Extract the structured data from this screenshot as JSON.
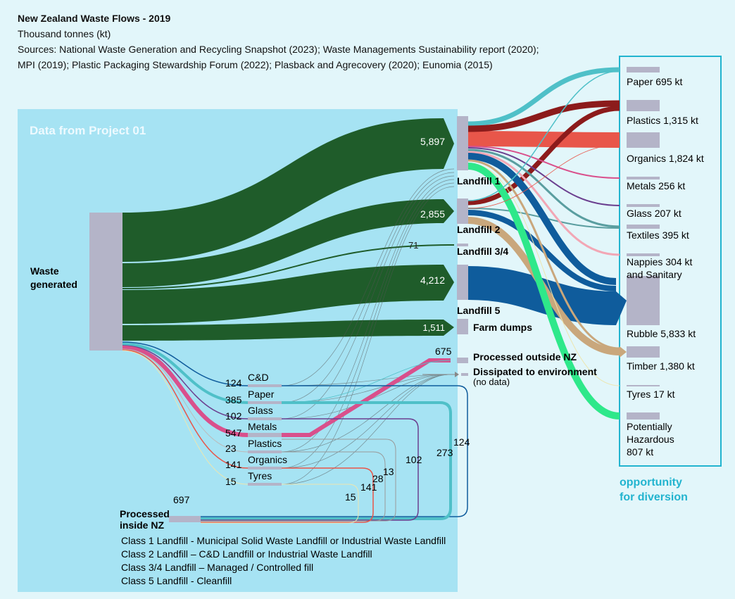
{
  "header": {
    "title": "New Zealand Waste Flows - 2019",
    "units": "Thousand tonnes (kt)",
    "sources_line1": "Sources: National Waste Generation and Recycling Snapshot (2023); Waste Managements Sustainability report (2020);",
    "sources_line2": "MPI (2019); Plastic Packaging Stewardship Forum (2022); Plasback and Agrecovery (2020); Eunomia (2015)"
  },
  "panel": {
    "title": "Data from Project 01"
  },
  "source": {
    "label_line1": "Waste",
    "label_line2": "generated"
  },
  "landfills": [
    {
      "label": "Landfill 1",
      "value": "5,897"
    },
    {
      "label": "Landfill 2",
      "value": "2,855"
    },
    {
      "label": "Landfill 3/4",
      "value": "71"
    },
    {
      "label": "Landfill 5",
      "value": "4,212"
    },
    {
      "label": "Farm dumps",
      "value": "1,511"
    }
  ],
  "outside": {
    "label": "Processed outside NZ",
    "value": "675"
  },
  "dissipated": {
    "label": "Dissipated to environment",
    "note": "(no data)"
  },
  "materials": [
    {
      "label": "C&D",
      "value": "124",
      "return": "124"
    },
    {
      "label": "Paper",
      "value": "385",
      "return": "273"
    },
    {
      "label": "Glass",
      "value": "102",
      "return": "102"
    },
    {
      "label": "Metals",
      "value": "547"
    },
    {
      "label": "Plastics",
      "value": "23",
      "return": "13"
    },
    {
      "label": "Organics",
      "value": "141",
      "return": "141"
    },
    {
      "label": "Tyres",
      "value": "15",
      "return": "15"
    }
  ],
  "return_extra": "28",
  "inside": {
    "label_line1": "Processed",
    "label_line2": "inside NZ",
    "value": "697"
  },
  "categories": [
    {
      "label": "Paper",
      "value": "695 kt"
    },
    {
      "label": "Plastics",
      "value": "1,315 kt"
    },
    {
      "label": "Organics",
      "value": "1,824 kt"
    },
    {
      "label": "Metals",
      "value": "256 kt"
    },
    {
      "label": "Glass",
      "value": "207 kt"
    },
    {
      "label": "Textiles",
      "value": "395 kt"
    },
    {
      "label": "Nappies",
      "value": "304 kt",
      "label2": "and Sanitary"
    },
    {
      "label": "Rubble",
      "value": "5,833 kt"
    },
    {
      "label": "Timber",
      "value": "1,380 kt"
    },
    {
      "label": "Tyres",
      "value": "17 kt"
    },
    {
      "label": "Potentially",
      "label2": "Hazardous",
      "value": "807 kt"
    }
  ],
  "diversion": {
    "line1": "opportunity",
    "line2": "for diversion"
  },
  "legend": [
    "Class 1 Landfill - Municipal Solid Waste Landfill or Industrial Waste Landfill",
    "Class 2 Landfill – C&D Landfill or Industrial Waste Landfill",
    "Class 3/4 Landfill – Managed / Controlled fill",
    "Class 5 Landfill - Cleanfill"
  ],
  "colors": {
    "background": "#e2f6fa",
    "panel": "#a6e3f3",
    "green": "#1f5c2a",
    "node": "#b4b4c8",
    "paper": "#4fc0c8",
    "plastics": "#8c1b1b",
    "organics": "#e8564a",
    "metals": "#d9508c",
    "glass": "#6b3f8f",
    "textiles": "#5a9ea0",
    "nappies": "#f2a7b5",
    "rubble": "#0f5c9c",
    "timber": "#c9a77c",
    "tyres": "#ece6b0",
    "hazardous": "#2ee88a",
    "diversion": "#22b4cf"
  }
}
